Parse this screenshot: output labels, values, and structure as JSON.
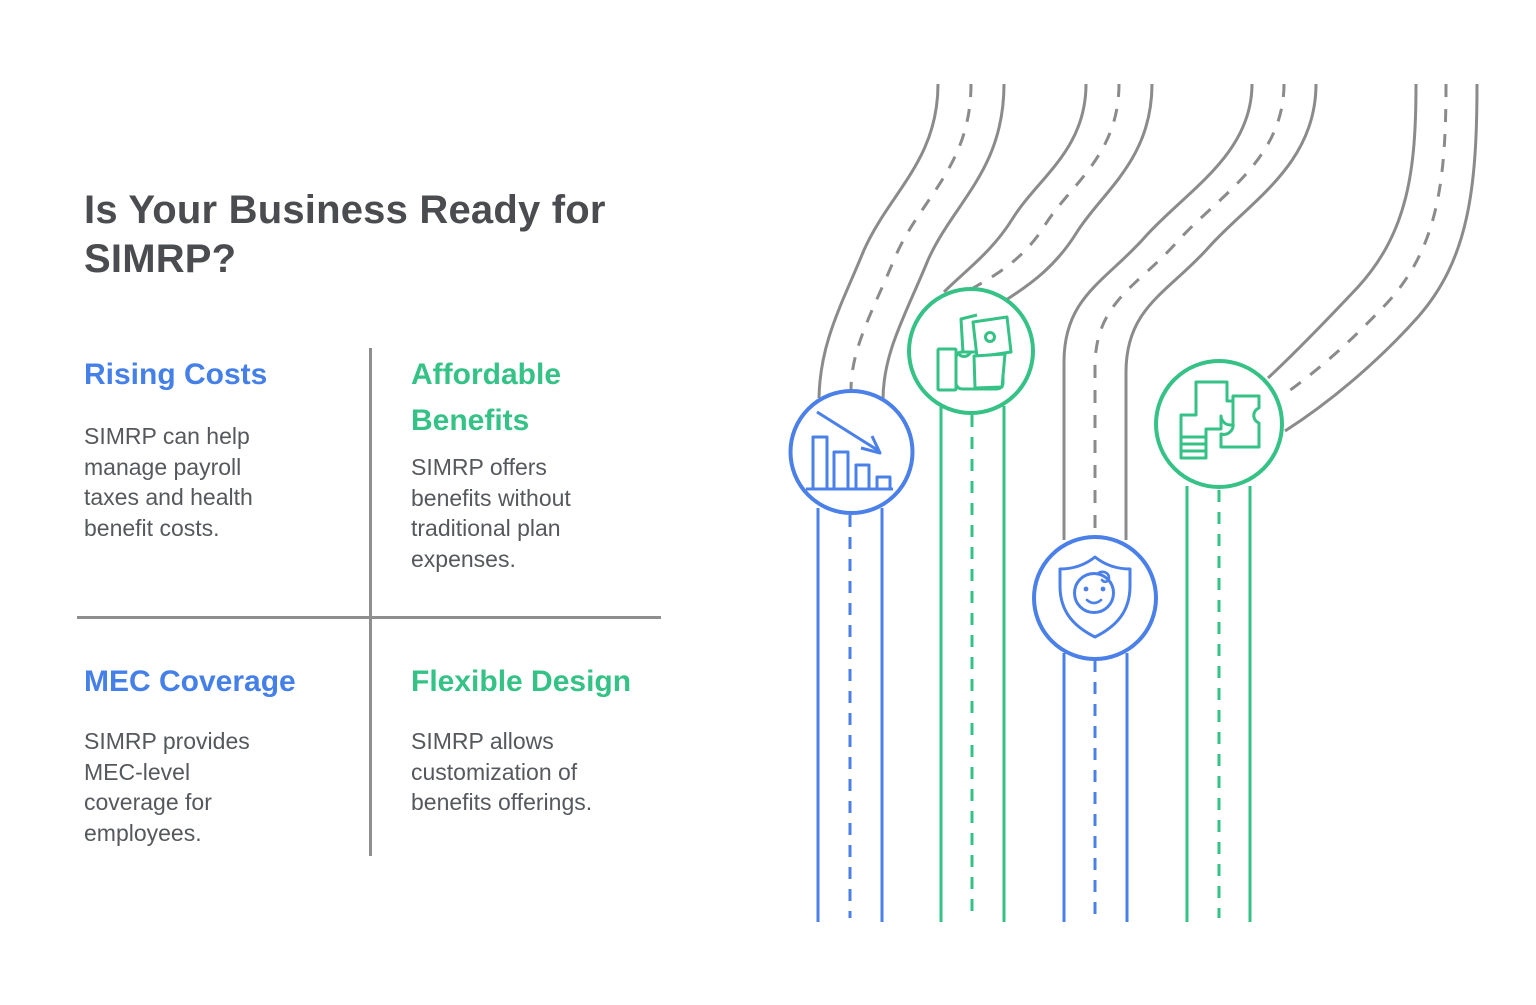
{
  "title": "Is Your Business Ready for SIMRP?",
  "colors": {
    "heading_blue": "#4480e8",
    "heading_green": "#35c286",
    "title_text": "#4a4c4f",
    "body_text": "#55585c",
    "divider_gray": "#8e8e8e",
    "road_gray": "#8b8b8b",
    "icon_blue": "#4a80e8",
    "icon_green": "#36c286",
    "background": "#ffffff"
  },
  "quadrants": [
    {
      "heading": "Rising Costs",
      "accent": "blue",
      "body": "SIMRP can help manage payroll taxes and health benefit costs."
    },
    {
      "heading": "Affordable Benefits",
      "accent": "green",
      "body": "SIMRP offers benefits without traditional plan expenses."
    },
    {
      "heading": "MEC Coverage",
      "accent": "blue",
      "body": "SIMRP provides MEC-level coverage for employees."
    },
    {
      "heading": "Flexible Design",
      "accent": "green",
      "body": "SIMRP allows customization of benefits offerings."
    }
  ],
  "illustration": {
    "description": "Four winding roads with dashed center lines flowing from top into circular milestone icons, then continuing straight down",
    "icons": [
      {
        "name": "declining-bar-chart-icon",
        "color": "blue"
      },
      {
        "name": "hand-holding-money-icon",
        "color": "green"
      },
      {
        "name": "shield-smiley-face-icon",
        "color": "blue"
      },
      {
        "name": "building-blocks-icon",
        "color": "green"
      }
    ]
  }
}
